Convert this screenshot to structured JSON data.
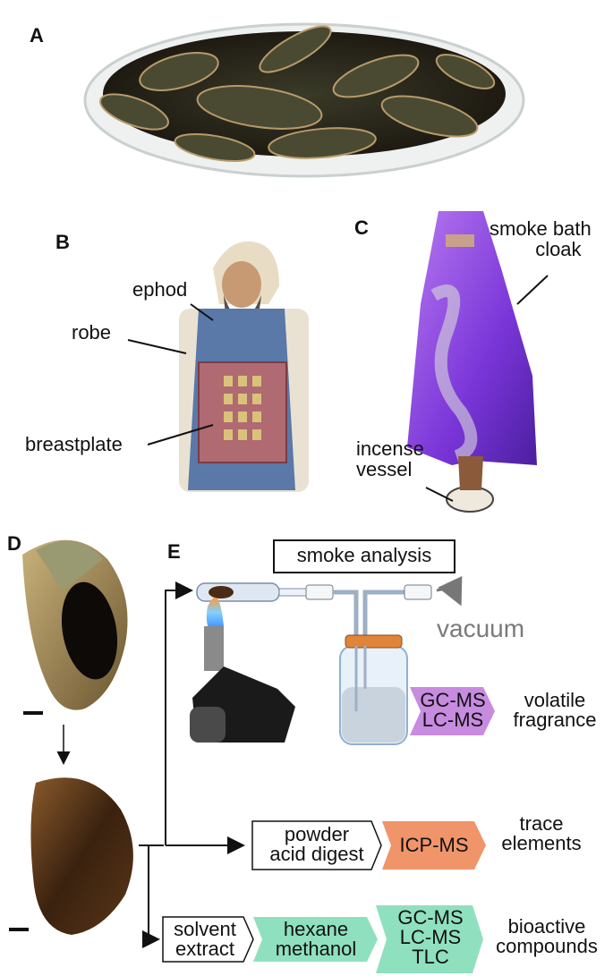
{
  "panels": {
    "a": "A",
    "b": "B",
    "c": "C",
    "d": "D",
    "e": "E"
  },
  "panel_b": {
    "ephod": "ephod",
    "robe": "robe",
    "breastplate": "breastplate"
  },
  "panel_c": {
    "cloak_line1": "smoke bath",
    "cloak_line2": "cloak",
    "vessel_line1": "incense",
    "vessel_line2": "vessel"
  },
  "panel_e": {
    "smoke_analysis": "smoke analysis",
    "vacuum": "vacuum",
    "gcms_smoke": "GC-MS",
    "lcms_smoke": "LC-MS",
    "volatile": "volatile",
    "fragrance": "fragrance",
    "powder": "powder",
    "acid_digest": "acid digest",
    "icpms": "ICP-MS",
    "trace": "trace",
    "elements": "elements",
    "solvent": "solvent",
    "extract": "extract",
    "hexane": "hexane",
    "methanol": "methanol",
    "gcms_b": "GC-MS",
    "lcms_b": "LC-MS",
    "tlc": "TLC",
    "bioactive": "bioactive",
    "compounds": "compounds"
  },
  "colors": {
    "purple_chevron": "#c78be0",
    "orange_chevron": "#f0956a",
    "green_chevron": "#8fe0bf",
    "cloak_purple": "#8a3fe0",
    "vacuum_gray": "#7a7a7a"
  }
}
